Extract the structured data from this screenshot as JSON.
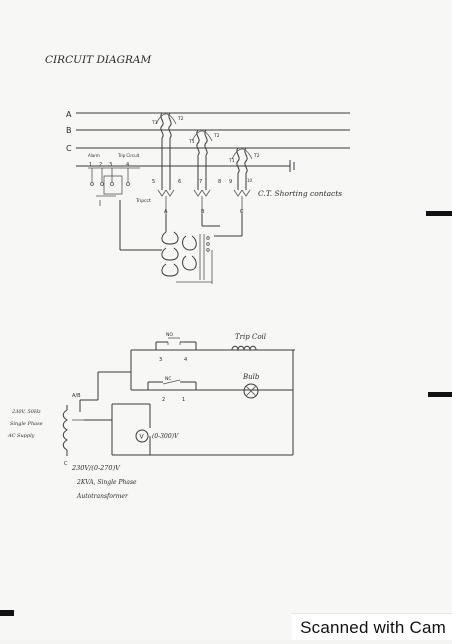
{
  "title": "CIRCUIT DIAGRAM",
  "phases": [
    "A",
    "B",
    "C"
  ],
  "ct_labels": [
    "T1",
    "T2",
    "T1",
    "T2",
    "T1",
    "T2"
  ],
  "relay_terminals": [
    "1",
    "2",
    "3",
    "4",
    "5",
    "6",
    "7",
    "8",
    "9",
    "10"
  ],
  "alarm_label": "Alarm",
  "trip_circuit_label": "Trip Circuit",
  "tripcct_label": "Tripcct",
  "ct_shorting_label": "C.T. Shorting contacts",
  "ct_letters": [
    "A",
    "B",
    "C"
  ],
  "trip_coil_label": "Trip Coil",
  "bulb_label": "Bulb",
  "no_label": "NO",
  "nc_label": "NC",
  "contact_numbers": [
    "3",
    "4",
    "2",
    "1"
  ],
  "switch_label": "A/B",
  "supply_label": [
    "230V, 50Hz",
    "Single Phase",
    "AC Supply"
  ],
  "voltmeter_symbol": "V",
  "voltmeter_range": "(0-300)V",
  "c_label": "C",
  "autotransformer_label": [
    "230V/(0-270)V",
    "2KVA, Single Phase",
    "Autotransformer"
  ],
  "footer_text": "Scanned with Cam"
}
